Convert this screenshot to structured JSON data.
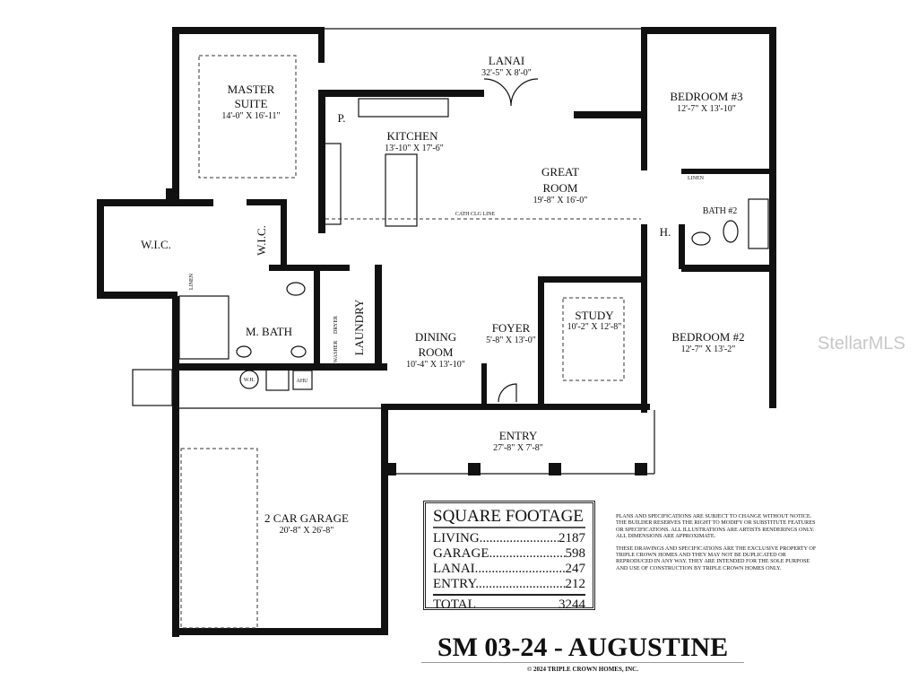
{
  "plan": {
    "title": "SM 03-24 - AUGUSTINE",
    "copyright": "© 2024 TRIPLE CROWN HOMES, INC.",
    "watermark": "StellarMLS",
    "rooms": [
      {
        "name": "MASTER",
        "name2": "SUITE",
        "dims": "14'-0\" X 16'-11\""
      },
      {
        "name": "LANAI",
        "dims": "32'-5\" X 8'-0\""
      },
      {
        "name": "BEDROOM #3",
        "dims": "12'-7\" X 13'-10\""
      },
      {
        "name": "KITCHEN",
        "dims": "13'-10\" X 17'-6\""
      },
      {
        "name": "GREAT",
        "name2": "ROOM",
        "dims": "19'-8\" X 16'-0\""
      },
      {
        "name": "DINING",
        "name2": "ROOM",
        "dims": "10'-4\" X 13'-10\""
      },
      {
        "name": "FOYER",
        "dims": "5'-8\" X 13'-0\""
      },
      {
        "name": "STUDY",
        "dims": "10'-2\" X 12'-8\""
      },
      {
        "name": "BEDROOM #2",
        "dims": "12'-7\" X 13'-2\""
      },
      {
        "name": "ENTRY",
        "dims": "27'-8\" X 7'-8\""
      },
      {
        "name": "2 CAR GARAGE",
        "dims": "20'-8\" X 26'-8\""
      }
    ],
    "small_labels": {
      "pantry": "P.",
      "wic_left": "W.I.C.",
      "wic_right": "W.I.C.",
      "linen_left": "LINEN",
      "linen_right": "LINEN",
      "m_bath": "M. BATH",
      "laundry": "LAUNDRY",
      "bath2": "BATH #2",
      "hall": "H.",
      "cath_line": "CATH CLG LINE",
      "water_heater": "W.H.",
      "ahu": "AHU",
      "dryer": "DRYER",
      "washer": "WASHER"
    }
  },
  "square_footage": {
    "heading": "SQUARE FOOTAGE",
    "rows": [
      {
        "label": "LIVING",
        "value": "2187"
      },
      {
        "label": "GARAGE",
        "value": "598"
      },
      {
        "label": "LANAI",
        "value": "247"
      },
      {
        "label": "ENTRY",
        "value": "212"
      }
    ],
    "total_label": "TOTAL",
    "total_value": "3244"
  },
  "notes": [
    "Plans and specifications are subject to change without notice.  The builder reserves the right to modify or substitute features or specifications. All illustrations are artists renderings only. All dimensions are approximate.",
    "These drawings and specifications are the exclusive property of Triple Crown Homes and they may not be duplicated or reproduced in any way.  They are intended for the sole purpose and use of construction by Triple Crown Homes only."
  ]
}
